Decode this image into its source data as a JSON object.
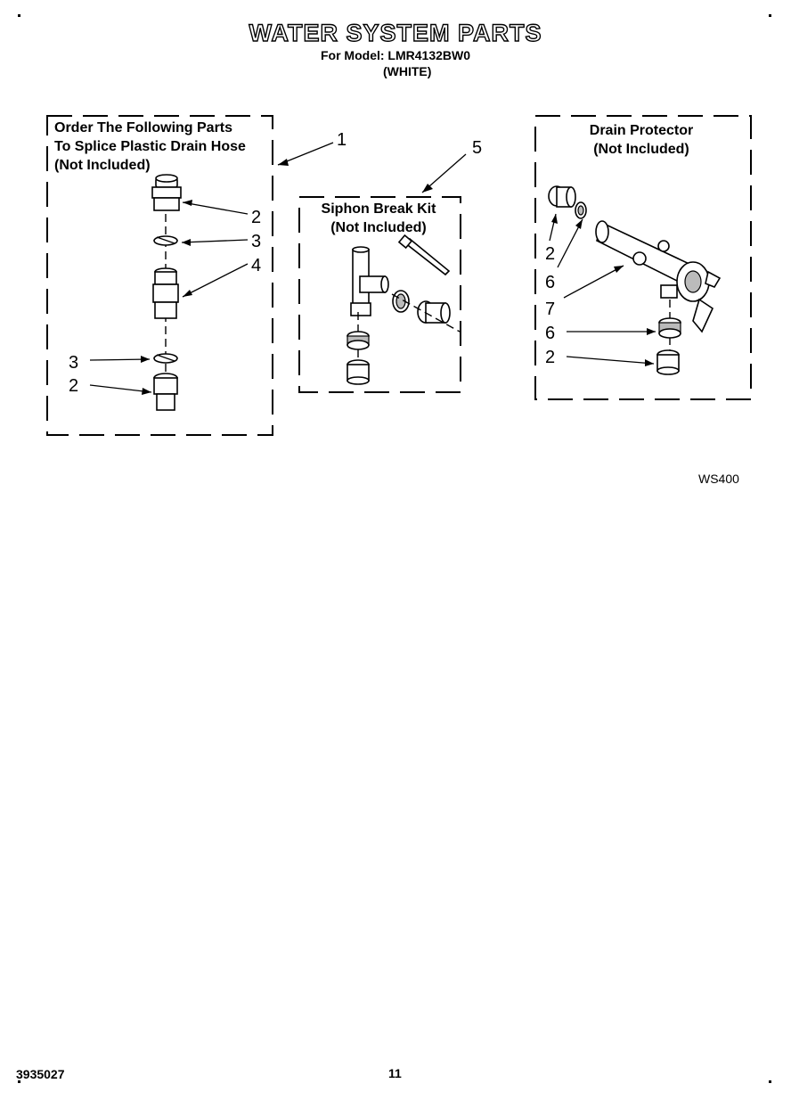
{
  "header": {
    "title": "WATER SYSTEM PARTS",
    "model_line": "For Model: LMR4132BW0",
    "color_line": "(WHITE)"
  },
  "boxes": {
    "splice": {
      "lines": [
        "Order The Following Parts",
        "To Splice Plastic Drain Hose",
        "(Not Included)"
      ]
    },
    "siphon": {
      "lines": [
        "Siphon Break Kit",
        "(Not Included)"
      ]
    },
    "drain": {
      "lines": [
        "Drain Protector",
        "(Not Included)"
      ]
    }
  },
  "callouts": {
    "c1": "1",
    "c5": "5",
    "left_2a": "2",
    "left_3a": "3",
    "left_4": "4",
    "left_3b": "3",
    "left_2b": "2",
    "right_2a": "2",
    "right_6a": "6",
    "right_7": "7",
    "right_6b": "6",
    "right_2b": "2"
  },
  "figure_code": "WS400",
  "footer": {
    "doc_number": "3935027",
    "page_number": "11"
  }
}
